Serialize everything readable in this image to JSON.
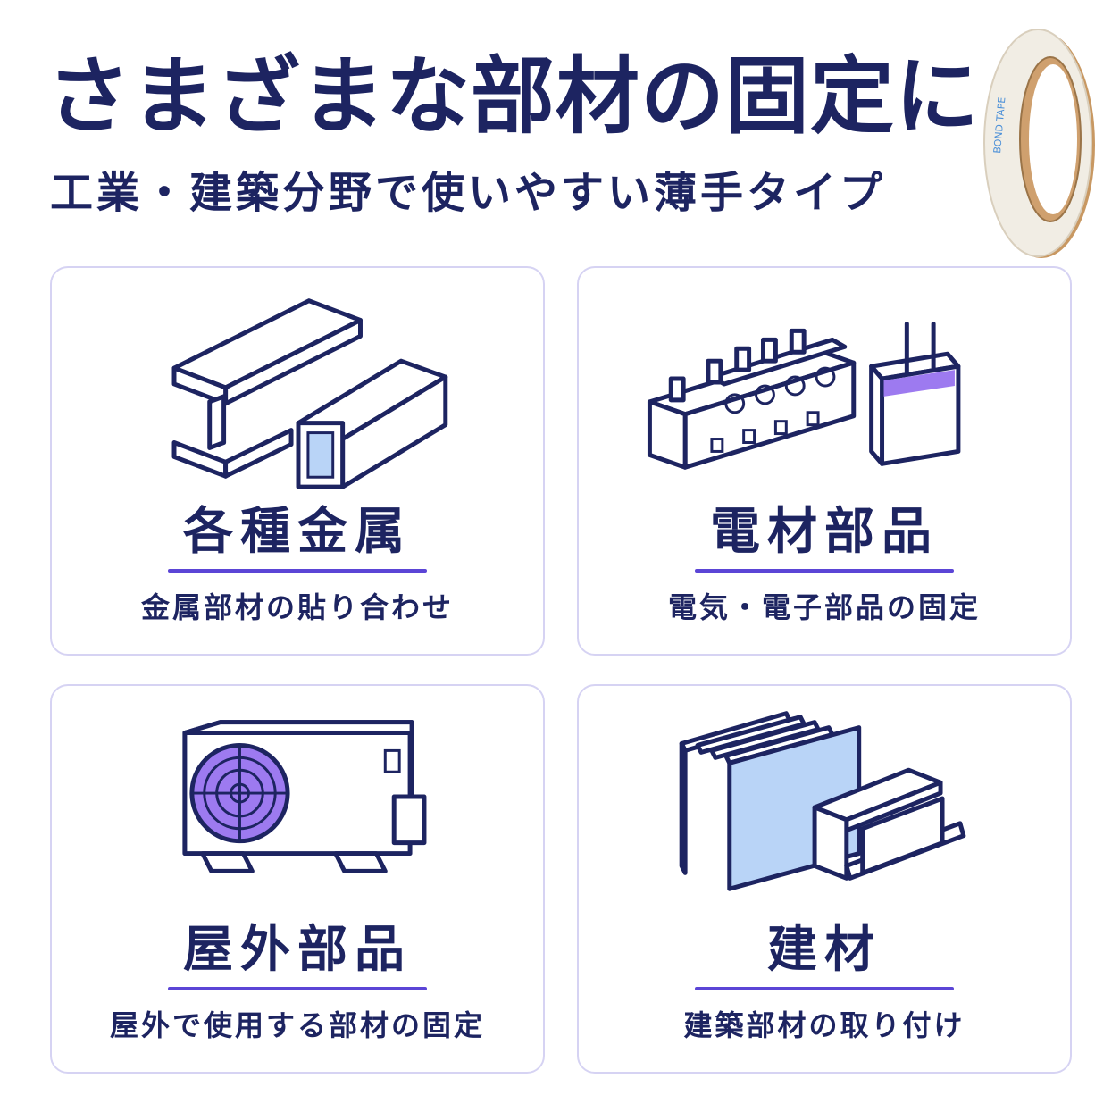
{
  "header": {
    "headline": "さまざまな部材の固定に",
    "subheadline": "工業・建築分野で使いやすい薄手タイプ"
  },
  "product": {
    "tape_print": "BOND TAPE"
  },
  "cards": [
    {
      "title": "各種金属",
      "description": "金属部材の貼り合わせ",
      "icon": "metal-beams-icon"
    },
    {
      "title": "電材部品",
      "description": "電気・電子部品の固定",
      "icon": "electrical-parts-icon"
    },
    {
      "title": "屋外部品",
      "description": "屋外で使用する部材の固定",
      "icon": "outdoor-ac-unit-icon"
    },
    {
      "title": "建材",
      "description": "建築部材の取り付け",
      "icon": "building-panels-icon"
    }
  ],
  "colors": {
    "text": "#1d2461",
    "accent": "#5b45d6",
    "card_border": "#d6d3f3",
    "icon_fill_light": "#b9d4f7",
    "icon_fill_purple": "#9d7af0"
  }
}
